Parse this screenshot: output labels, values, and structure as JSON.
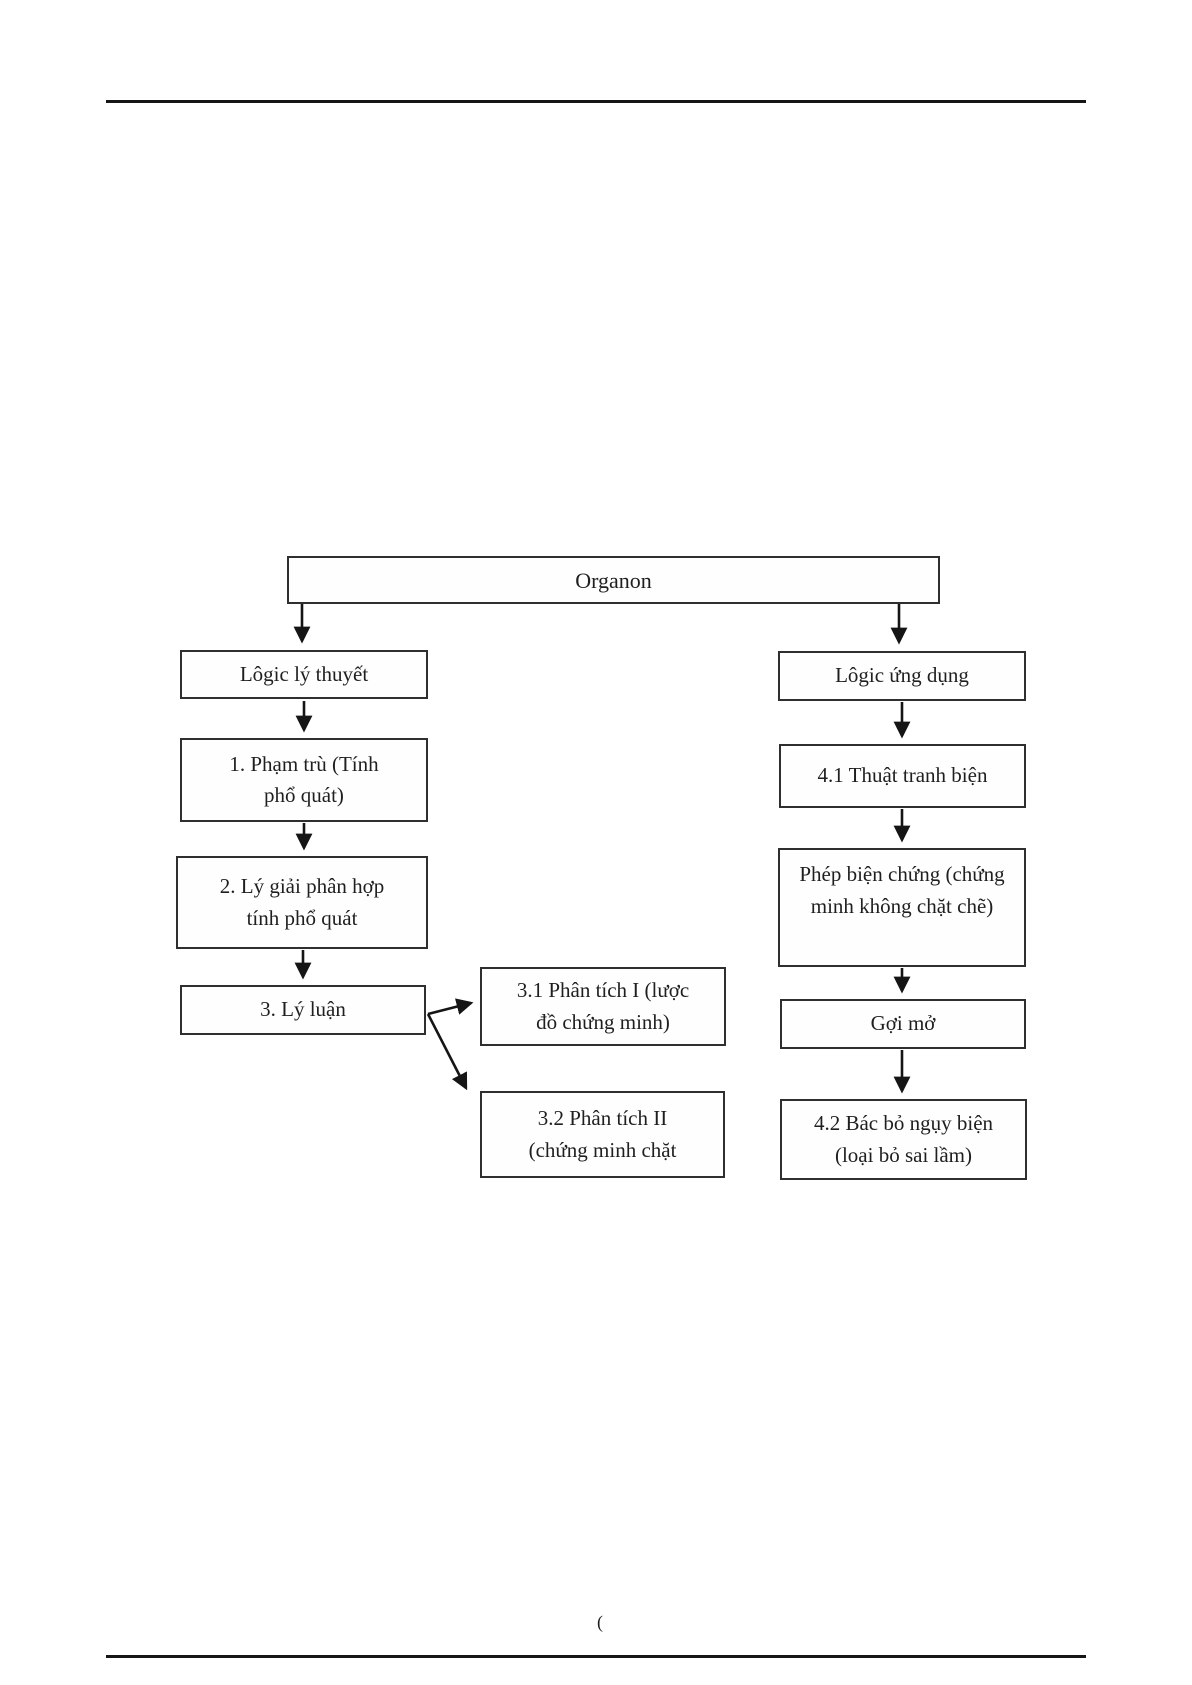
{
  "page": {
    "footer_mark": "("
  },
  "diagram": {
    "colors": {
      "box_border": "#2f2f2f",
      "text": "#1f1f1f",
      "arrow": "#151515",
      "rule": "#161616"
    },
    "nodes": {
      "organon": {
        "label": "Organon"
      },
      "logic_ly_thuyet": {
        "label": "Lôgic lý thuyết"
      },
      "pham_tru": {
        "label": "1. Phạm trù (Tính\nphổ quát)"
      },
      "ly_giai": {
        "label": "2. Lý giải phân hợp\ntính phổ quát"
      },
      "ly_luan": {
        "label": "3. Lý luận"
      },
      "phan_tich_1": {
        "label": "3.1 Phân tích I (lược\nđồ chứng minh)"
      },
      "phan_tich_2": {
        "label": "3.2 Phân tích II\n(chứng minh chặt"
      },
      "logic_ung_dung": {
        "label": "Lôgic ứng dụng"
      },
      "thuat_tranh_bien": {
        "label": "4.1 Thuật tranh biện"
      },
      "phep_bien_chung": {
        "label": "Phép biện chứng (chứng\nminh không chặt chẽ)"
      },
      "goi_mo": {
        "label": "Gợi mở"
      },
      "bac_bo": {
        "label": "4.2 Bác bỏ ngụy biện\n(loại bỏ sai lầm)"
      }
    },
    "edges": [
      "organon -> logic_ly_thuyet",
      "organon -> logic_ung_dung",
      "logic_ly_thuyet -> pham_tru",
      "pham_tru -> ly_giai",
      "ly_giai -> ly_luan",
      "ly_luan -> phan_tich_1",
      "ly_luan -> phan_tich_2",
      "logic_ung_dung -> thuat_tranh_bien",
      "thuat_tranh_bien -> phep_bien_chung",
      "phep_bien_chung -> goi_mo",
      "goi_mo -> bac_bo"
    ]
  }
}
